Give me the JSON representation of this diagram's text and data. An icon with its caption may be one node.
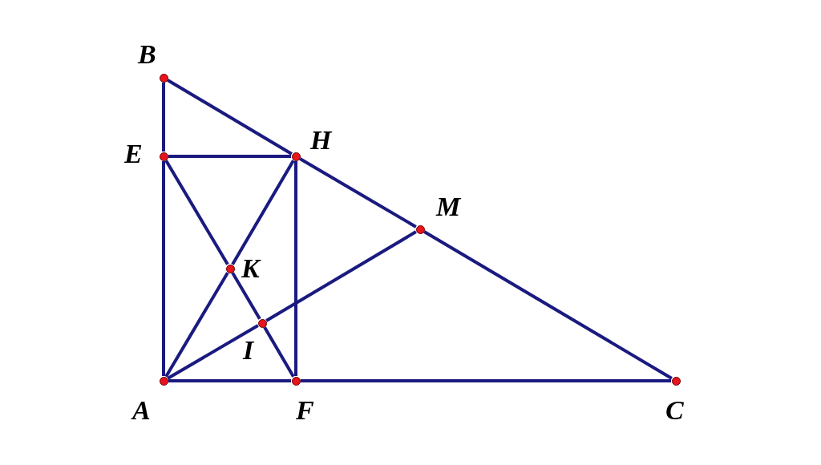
{
  "diagram": {
    "nodes": [
      {
        "text": [
          "B"
        ]
      },
      {
        "text": [
          "H"
        ]
      },
      {
        "text": [
          "E"
        ]
      },
      {
        "text": [
          "M"
        ]
      },
      {
        "text": [
          "K"
        ]
      },
      {
        "text": [
          "I"
        ]
      },
      {
        "text": [
          "A"
        ]
      },
      {
        "text": [
          "F"
        ]
      },
      {
        "text": [
          "C"
        ]
      }
    ],
    "edges": [
      {
        "from": 0,
        "to": 2,
        "arrow": "none"
      },
      {
        "from": 2,
        "to": 6,
        "arrow": "none"
      },
      {
        "from": 0,
        "to": 1,
        "arrow": "none"
      },
      {
        "from": 1,
        "to": 3,
        "arrow": "none"
      },
      {
        "from": 3,
        "to": 8,
        "arrow": "none"
      },
      {
        "from": 6,
        "to": 7,
        "arrow": "none"
      },
      {
        "from": 7,
        "to": 8,
        "arrow": "none"
      },
      {
        "from": 2,
        "to": 1,
        "arrow": "none"
      },
      {
        "from": 1,
        "to": 7,
        "arrow": "none"
      },
      {
        "from": 2,
        "to": 4,
        "arrow": "none"
      },
      {
        "from": 4,
        "to": 5,
        "arrow": "none"
      },
      {
        "from": 5,
        "to": 7,
        "arrow": "none"
      },
      {
        "from": 6,
        "to": 4,
        "arrow": "none"
      },
      {
        "from": 4,
        "to": 1,
        "arrow": "none"
      },
      {
        "from": 6,
        "to": 5,
        "arrow": "none"
      },
      {
        "from": 5,
        "to": 3,
        "arrow": "none"
      }
    ]
  }
}
